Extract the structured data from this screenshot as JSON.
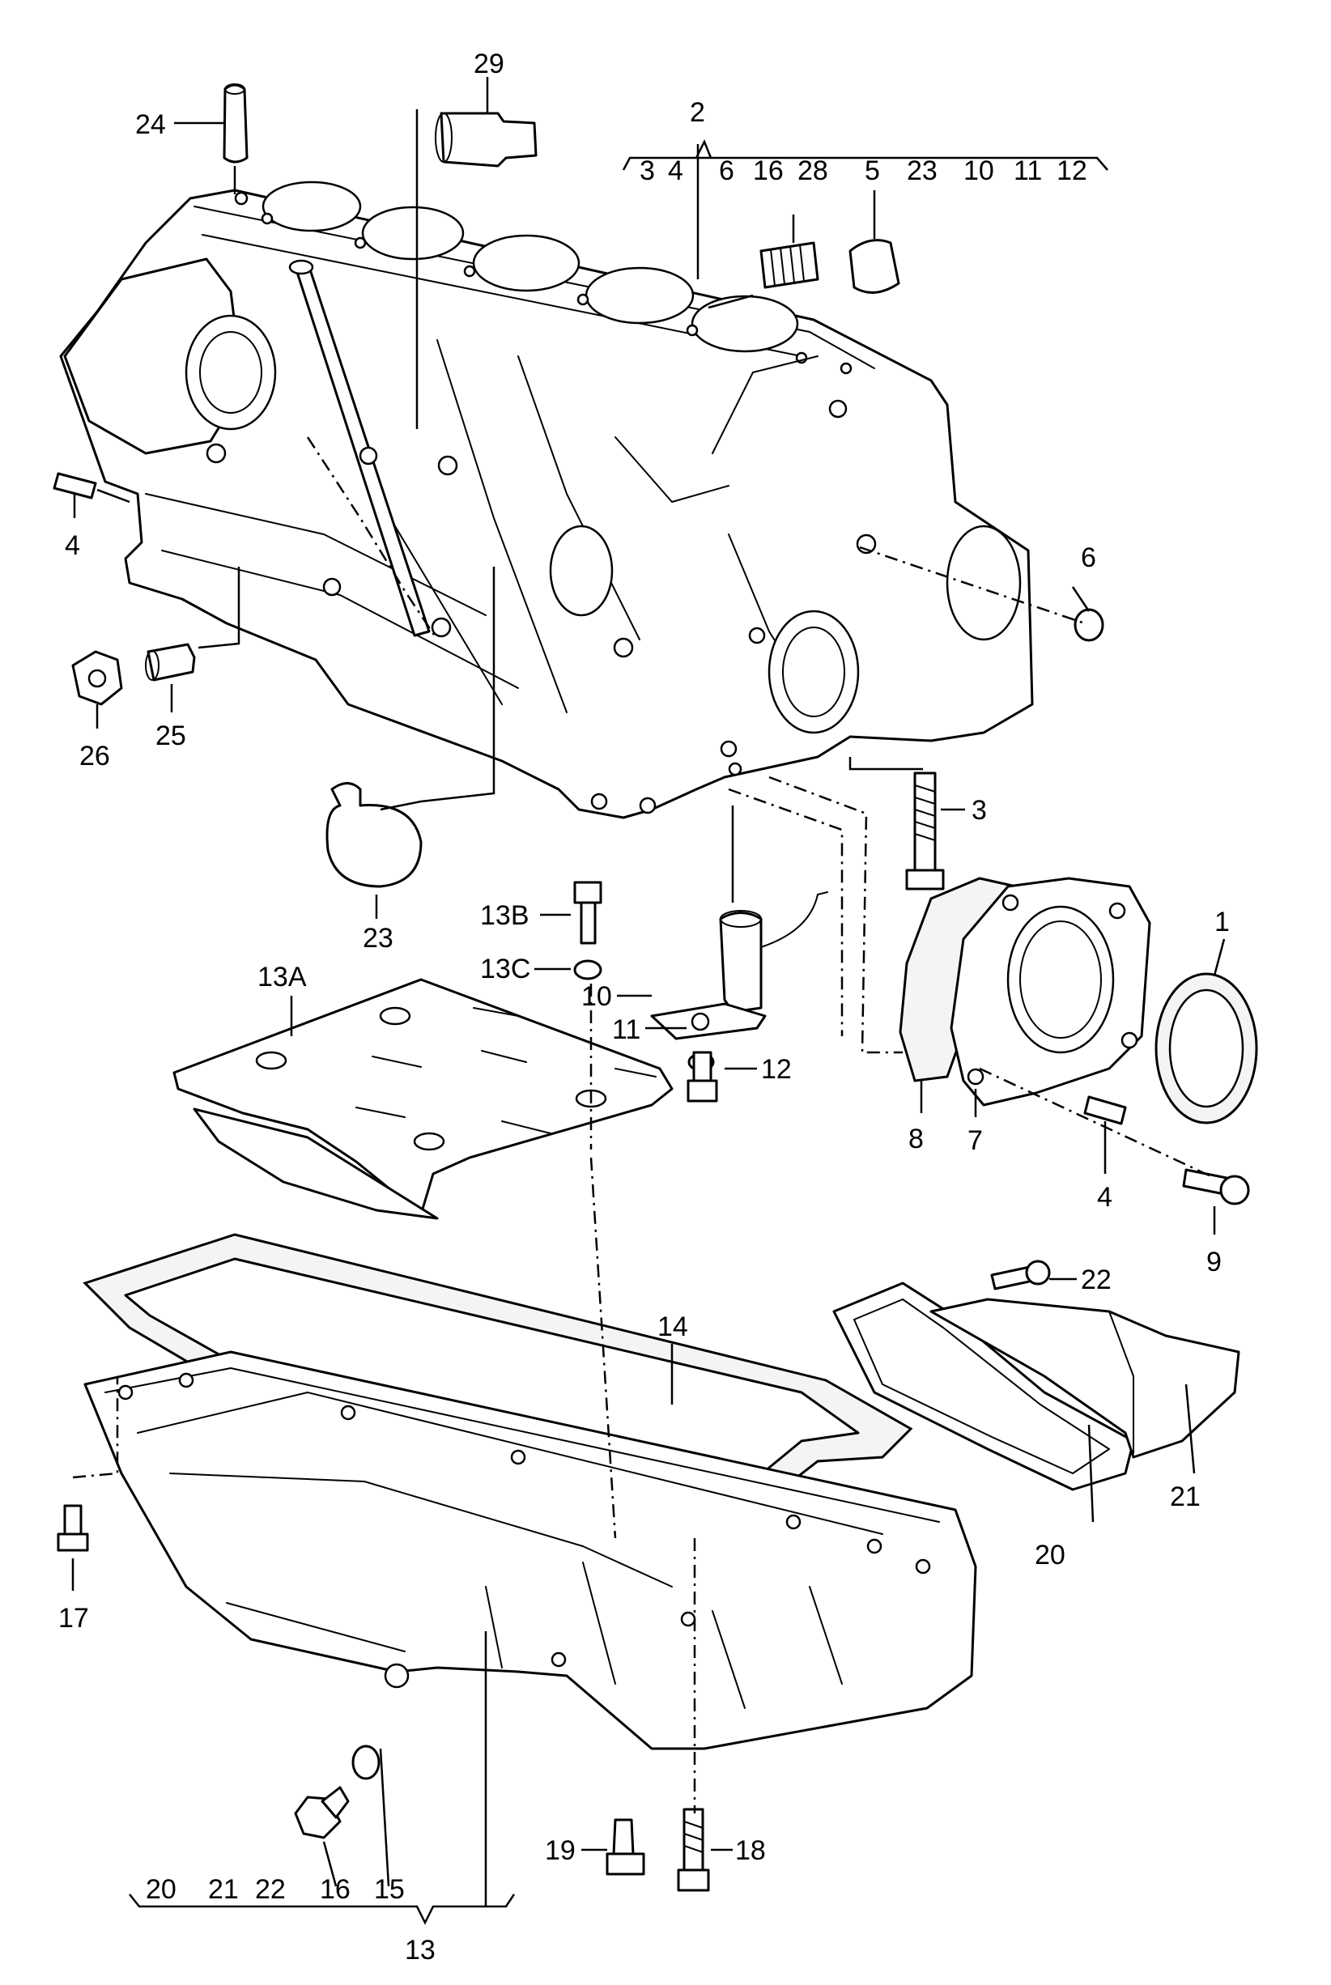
{
  "labels": {
    "p1": "1",
    "p2": "2",
    "p3": "3",
    "p4a": "4",
    "p4b": "4",
    "p6": "6",
    "p7": "7",
    "p8": "8",
    "p9": "9",
    "p10": "10",
    "p11": "11",
    "p12": "12",
    "p13": "13",
    "p13a": "13A",
    "p13b": "13B",
    "p13c": "13C",
    "p14": "14",
    "p15": "15",
    "p16": "16",
    "p17": "17",
    "p18": "18",
    "p19": "19",
    "p20": "20",
    "p21": "21",
    "p22": "22",
    "p23": "23",
    "p24": "24",
    "p25": "25",
    "p26": "26",
    "p29": "29",
    "p28": "28",
    "p5": "5"
  },
  "group2_items": [
    "3",
    "4",
    "6",
    "16",
    "28",
    "5",
    "23",
    "10",
    "11",
    "12"
  ],
  "group13_items": [
    "20",
    "21",
    "22",
    "16",
    "15"
  ],
  "colors": {
    "ink": "#000000",
    "paper": "#ffffff"
  }
}
